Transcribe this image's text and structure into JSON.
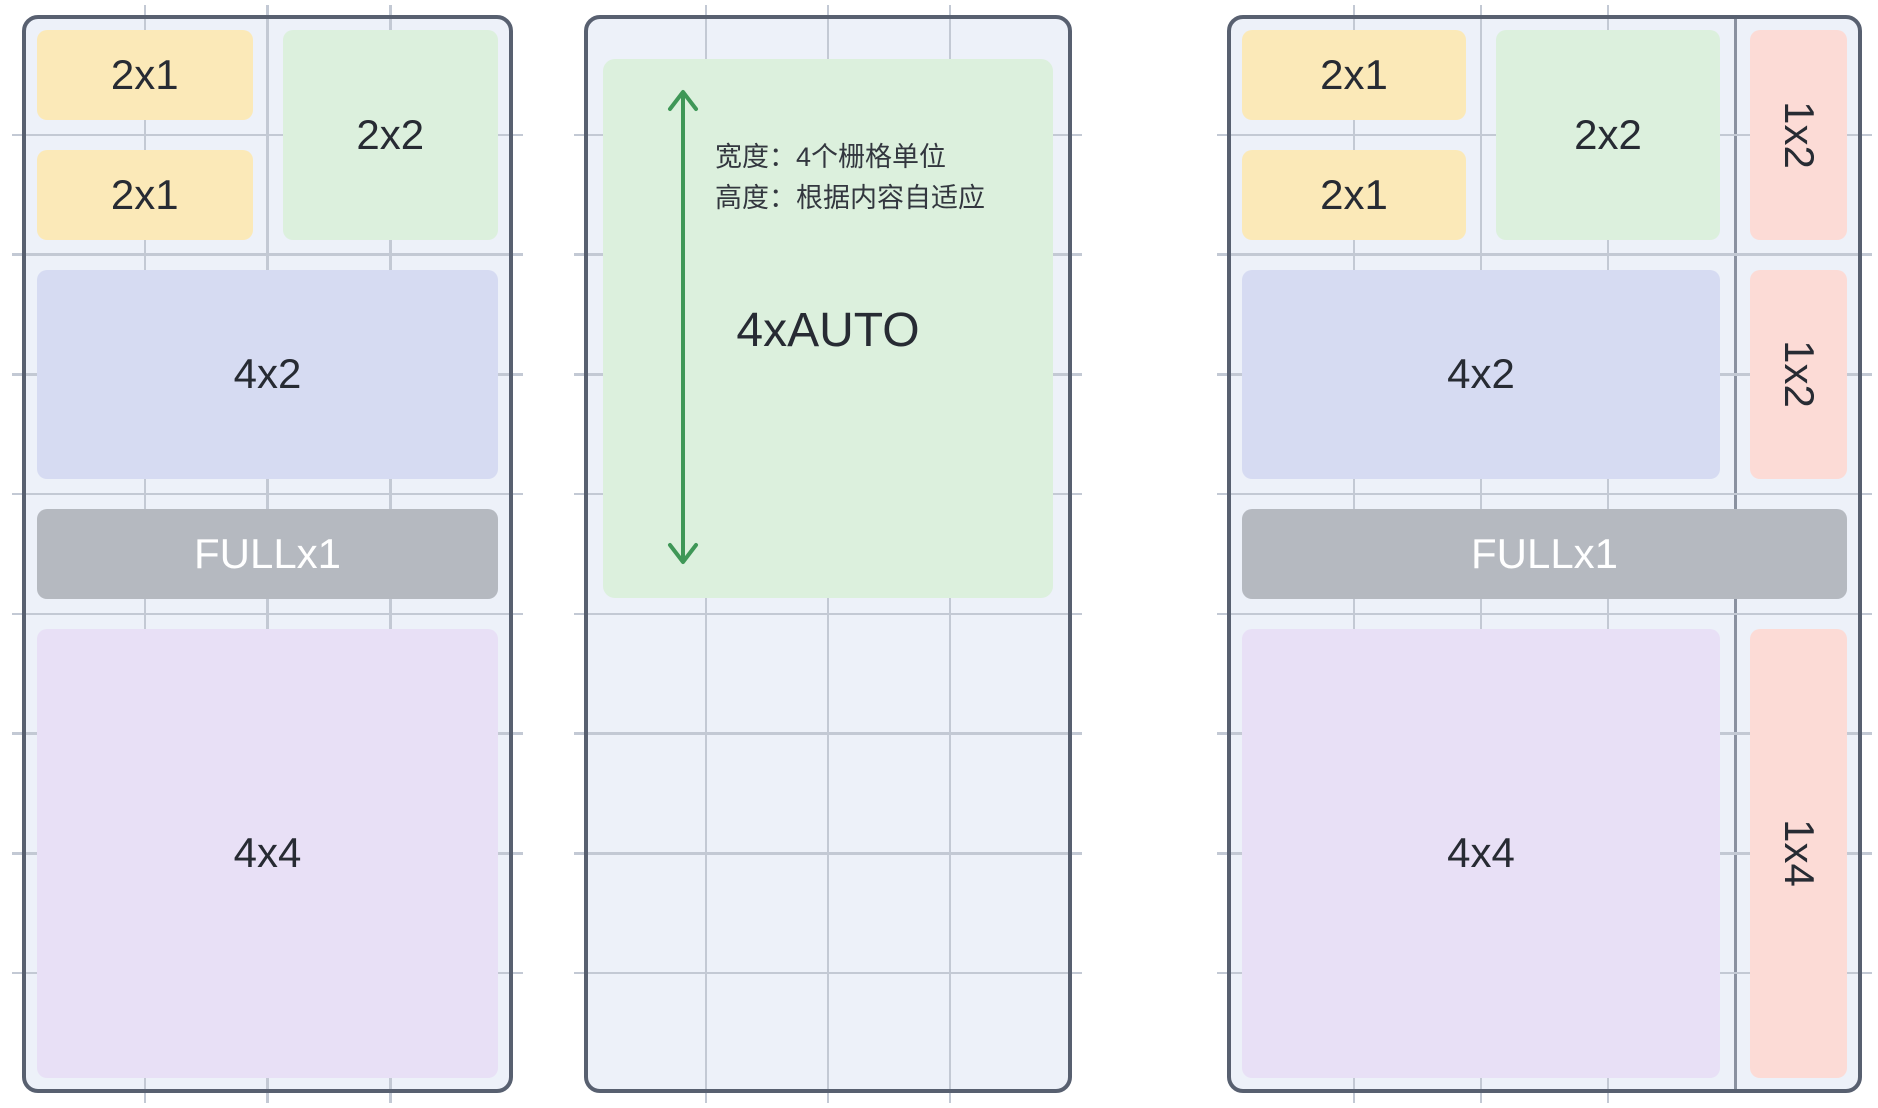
{
  "diagram_title": "widget-grid-size-spec",
  "palette": {
    "yellow": "#fbe9b8",
    "green": "#dcf0dd",
    "lavender": "#d6dbf2",
    "purple": "#e8e0f6",
    "pink": "#fcdbd6",
    "gray": "#b5b9c0",
    "panel_bg": "#edf1f9",
    "grid_line": "#c3c9d4",
    "panel_border": "#586070",
    "divider": "#8a91a0",
    "arrow_green": "#3f9757",
    "label_text": "#272b33",
    "label_text_light": "#ffffff",
    "note_text": "#33373f"
  },
  "panels": [
    {
      "id": "standard-grid",
      "cols": 4,
      "rows": 9,
      "blocks": [
        {
          "label": "2x1",
          "color": "yellow",
          "col": 1,
          "row": 1,
          "colspan": 2,
          "rowspan": 1
        },
        {
          "label": "2x2",
          "color": "green",
          "col": 3,
          "row": 1,
          "colspan": 2,
          "rowspan": 2
        },
        {
          "label": "2x1",
          "color": "yellow",
          "col": 1,
          "row": 2,
          "colspan": 2,
          "rowspan": 1
        },
        {
          "label": "4x2",
          "color": "lavender",
          "col": 1,
          "row": 3,
          "colspan": 4,
          "rowspan": 2
        },
        {
          "label": "FULLx1",
          "color": "gray",
          "col": 1,
          "row": 5,
          "colspan": 4,
          "rowspan": 1,
          "light_text": true
        },
        {
          "label": "4x4",
          "color": "purple",
          "col": 1,
          "row": 6,
          "colspan": 4,
          "rowspan": 4
        }
      ]
    },
    {
      "id": "auto-height",
      "cols": 4,
      "rows": 9,
      "blocks": [],
      "auto": {
        "label": "4xAUTO",
        "color": "green",
        "note_line1": "宽度：4个栅格单位",
        "note_line2": "高度：根据内容自适应",
        "arrow_icon": "vertical-double-arrow"
      }
    },
    {
      "id": "extended-grid",
      "cols": 5,
      "rows": 9,
      "divider_after_col": 4,
      "blocks": [
        {
          "label": "2x1",
          "color": "yellow",
          "col": 1,
          "row": 1,
          "colspan": 2,
          "rowspan": 1
        },
        {
          "label": "2x2",
          "color": "green",
          "col": 3,
          "row": 1,
          "colspan": 2,
          "rowspan": 2
        },
        {
          "label": "1x2",
          "color": "pink",
          "col": 5,
          "row": 1,
          "colspan": 1,
          "rowspan": 2,
          "vertical": true
        },
        {
          "label": "2x1",
          "color": "yellow",
          "col": 1,
          "row": 2,
          "colspan": 2,
          "rowspan": 1
        },
        {
          "label": "4x2",
          "color": "lavender",
          "col": 1,
          "row": 3,
          "colspan": 4,
          "rowspan": 2
        },
        {
          "label": "1x2",
          "color": "pink",
          "col": 5,
          "row": 3,
          "colspan": 1,
          "rowspan": 2,
          "vertical": true
        },
        {
          "label": "FULLx1",
          "color": "gray",
          "col": 1,
          "row": 5,
          "colspan": 5,
          "rowspan": 1,
          "light_text": true
        },
        {
          "label": "4x4",
          "color": "purple",
          "col": 1,
          "row": 6,
          "colspan": 4,
          "rowspan": 4
        },
        {
          "label": "1x4",
          "color": "pink",
          "col": 5,
          "row": 6,
          "colspan": 1,
          "rowspan": 4,
          "vertical": true
        }
      ]
    }
  ]
}
